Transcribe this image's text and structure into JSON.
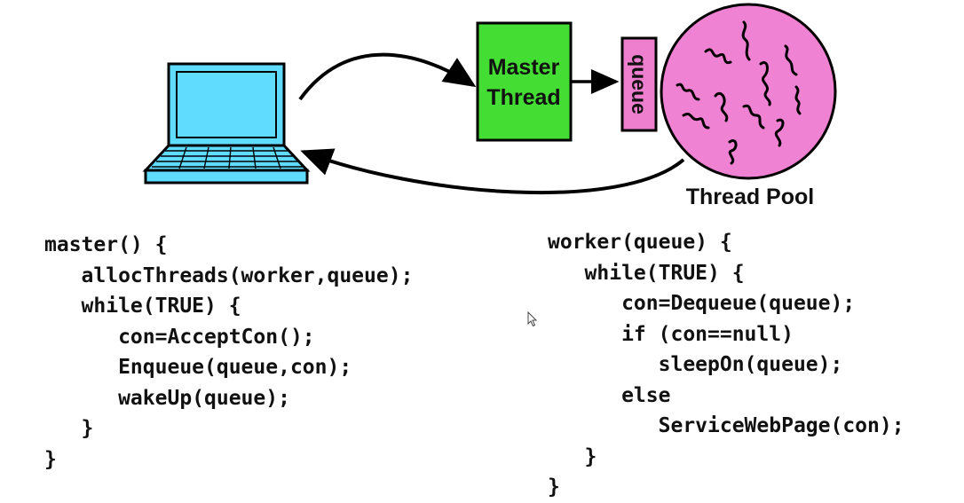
{
  "diagram": {
    "master_box_line1": "Master",
    "master_box_line2": "Thread",
    "queue_label": "queue",
    "pool_label": "Thread Pool",
    "colors": {
      "laptop": "#5fdcff",
      "master_box": "#44dd33",
      "queue_box": "#ee7fcf",
      "pool": "#f082d4"
    },
    "icons": [
      "laptop-icon",
      "mouse-cursor-icon"
    ]
  },
  "master_code": {
    "lines": [
      "master() {",
      "   allocThreads(worker,queue);",
      "   while(TRUE) {",
      "      con=AcceptCon();",
      "      Enqueue(queue,con);",
      "      wakeUp(queue);",
      "   }",
      "}"
    ]
  },
  "worker_code": {
    "lines": [
      "worker(queue) {",
      "   while(TRUE) {",
      "      con=Dequeue(queue);",
      "      if (con==null)",
      "         sleepOn(queue);",
      "      else",
      "         ServiceWebPage(con);",
      "   }",
      "}"
    ]
  }
}
